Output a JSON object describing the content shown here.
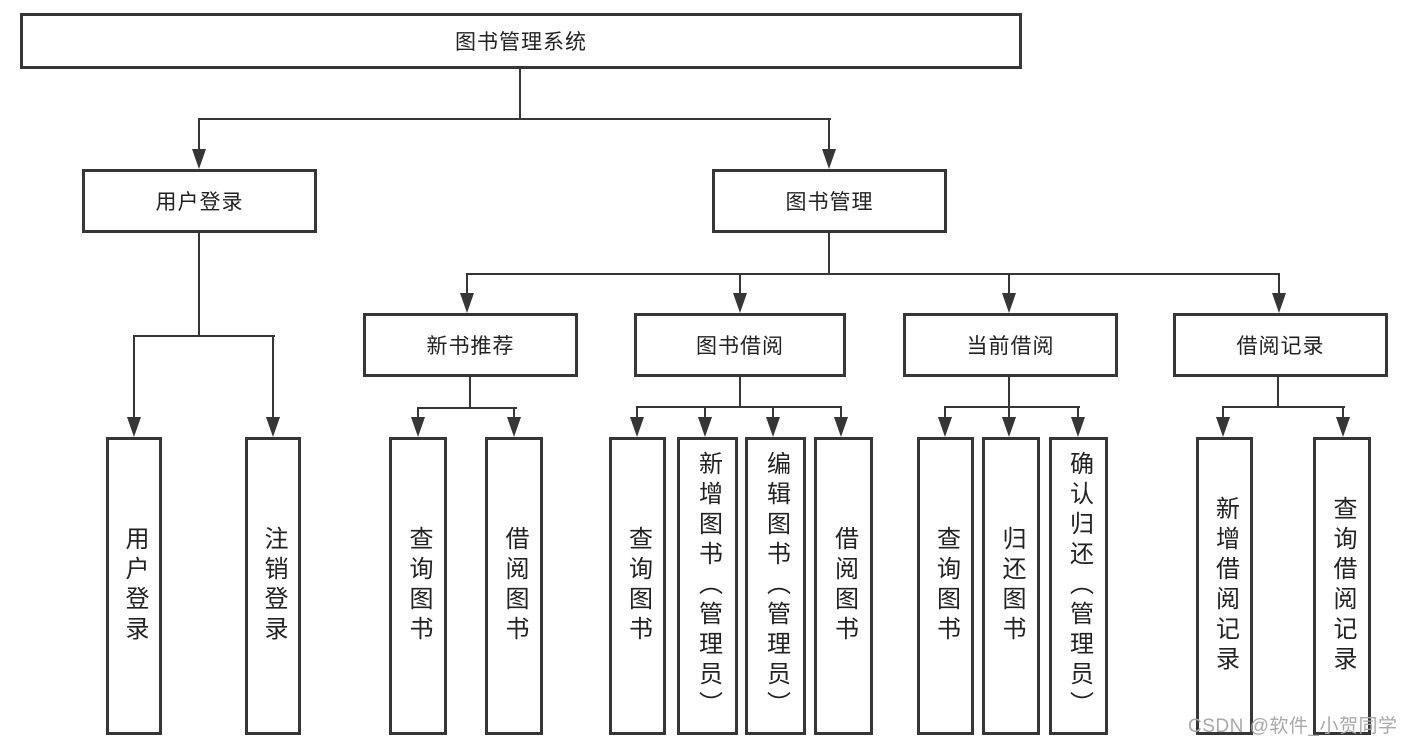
{
  "diagram": {
    "title": "图书管理系统",
    "branches": [
      {
        "label": "用户登录",
        "children": [
          {
            "label": "用户登录"
          },
          {
            "label": "注销登录"
          }
        ]
      },
      {
        "label": "图书管理",
        "children": [
          {
            "label": "新书推荐",
            "children": [
              {
                "label": "查询图书"
              },
              {
                "label": "借阅图书"
              }
            ]
          },
          {
            "label": "图书借阅",
            "children": [
              {
                "label": "查询图书"
              },
              {
                "label": "新增图书（管理员）"
              },
              {
                "label": "编辑图书（管理员）"
              },
              {
                "label": "借阅图书"
              }
            ]
          },
          {
            "label": "当前借阅",
            "children": [
              {
                "label": "查询图书"
              },
              {
                "label": "归还图书"
              },
              {
                "label": "确认归还（管理员）"
              }
            ]
          },
          {
            "label": "借阅记录",
            "children": [
              {
                "label": "新增借阅记录"
              },
              {
                "label": "查询借阅记录"
              }
            ]
          }
        ]
      }
    ]
  },
  "watermark": {
    "text": "CSDN @软件_小贺同学"
  },
  "colors": {
    "line": "#363636",
    "text": "#222222",
    "background": "#ffffff",
    "watermark": "#a9a9a9"
  }
}
